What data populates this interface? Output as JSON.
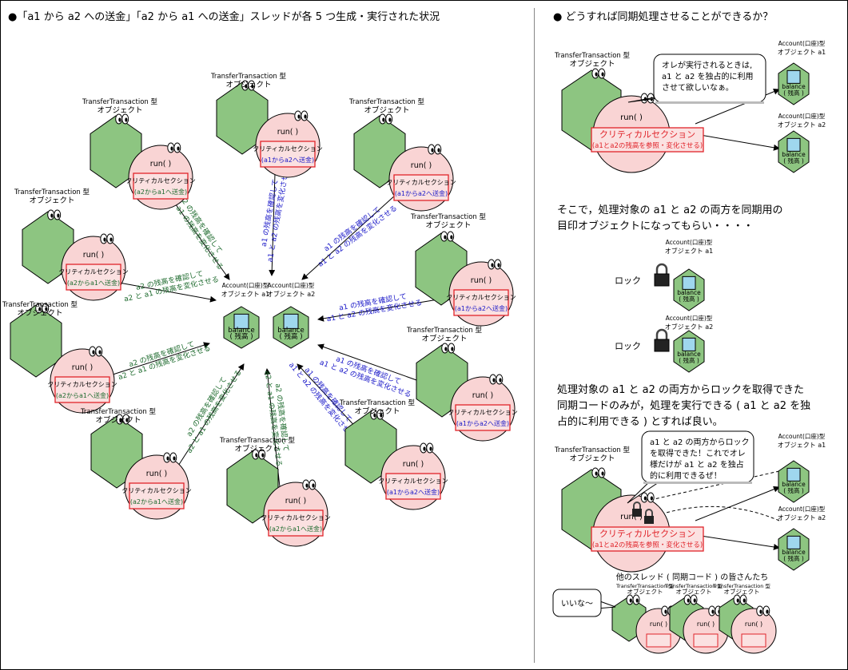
{
  "left_heading": "●「a1 から a2 への送金」「a2 から a1 への送金」スレッドが各 5 つ生成・実行された状況",
  "right_heading": "● どうすれば同期処理させることができるか？",
  "labels": {
    "tt_type": "TransferTransaction 型",
    "object": "オブジェクト",
    "run": "run( )",
    "critical": "クリティカルセクション",
    "a1_to_a2": "(a1からa2へ送金)",
    "a2_to_a1": "(a2からa1へ送金)",
    "account_type": "Account(口座)型",
    "object_a1": "オブジェクト a1",
    "object_a2": "オブジェクト a2",
    "balance": "balance",
    "zandaka": "( 残高 )",
    "arrow_a1_1": "a1 の残高を確認して",
    "arrow_a1_2": "a1 と a2 の残高を変化させる",
    "arrow_a2_1": "a2 の残高を確認して",
    "arrow_a2_2": "a2 と a1 の残高を変化させる",
    "crit_detail": "(a1とa2の残高を参照・変化させる)",
    "lock": "ロック"
  },
  "bubble1": [
    "オレが実行されるときは,",
    "a1 と a2 を独占的に利用",
    "させて欲しいなぁ。"
  ],
  "para1": [
    "そこで，処理対象の a1 と a2 の両方を同期用の",
    "目印オブジェクトになってもらい・・・・"
  ],
  "para2": [
    "処理対象の a1 と a2 の両方からロックを取得できた",
    "同期コードのみが，処理を実行できる ( a1 と a2 を独",
    "占的に利用できる ) とすれば良い。"
  ],
  "bubble2": [
    "a1 と a2 の両方からロック",
    "を取得できた！これでオレ",
    "様だけが a1 と a2 を独占",
    "的に利用できるぜ！"
  ],
  "others_caption": "他のスレッド ( 同期コード ) の皆さんたち",
  "iina": "いいな～",
  "colors": {
    "green": "#8dc581",
    "pink": "#f9d4d4",
    "red": "#e0242a",
    "blue_text": "#1a18c8",
    "green_text": "#1e6b2e",
    "screen": "#9fd7ee"
  }
}
